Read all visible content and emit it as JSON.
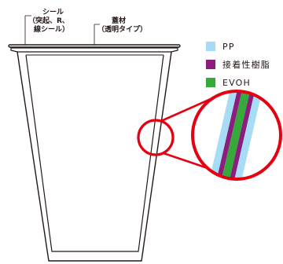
{
  "labels": {
    "seal_line1": "シール",
    "seal_line2": "（突起、R、",
    "seal_line3": "線シール）",
    "lid_line1": "蓋材",
    "lid_line2": "（透明タイプ）"
  },
  "legend": [
    {
      "label": "PP",
      "color": "#a7dcf5"
    },
    {
      "label": "接着性樹脂",
      "color": "#8b1d7e"
    },
    {
      "label": "EVOH",
      "color": "#36a93b"
    }
  ],
  "colors": {
    "outline": "#231815",
    "highlight": "#e50012",
    "pp": "#a7dcf5",
    "adhesive": "#8b1d7e",
    "evoh": "#36a93b"
  }
}
